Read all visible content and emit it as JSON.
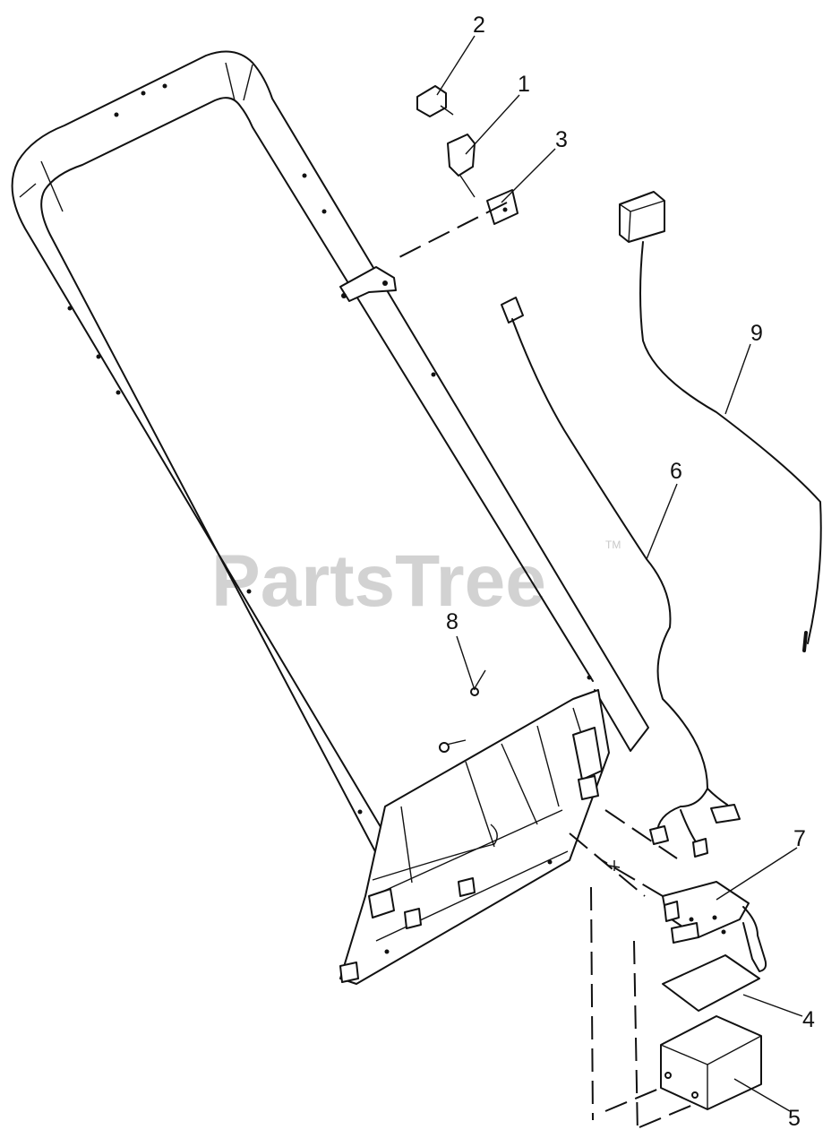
{
  "watermark": {
    "brand": "PartsTree",
    "trademark": "TM"
  },
  "callouts": {
    "c1": "1",
    "c2": "2",
    "c3": "3",
    "c4": "4",
    "c5": "5",
    "c6": "6",
    "c7": "7",
    "c8": "8",
    "c9": "9"
  }
}
